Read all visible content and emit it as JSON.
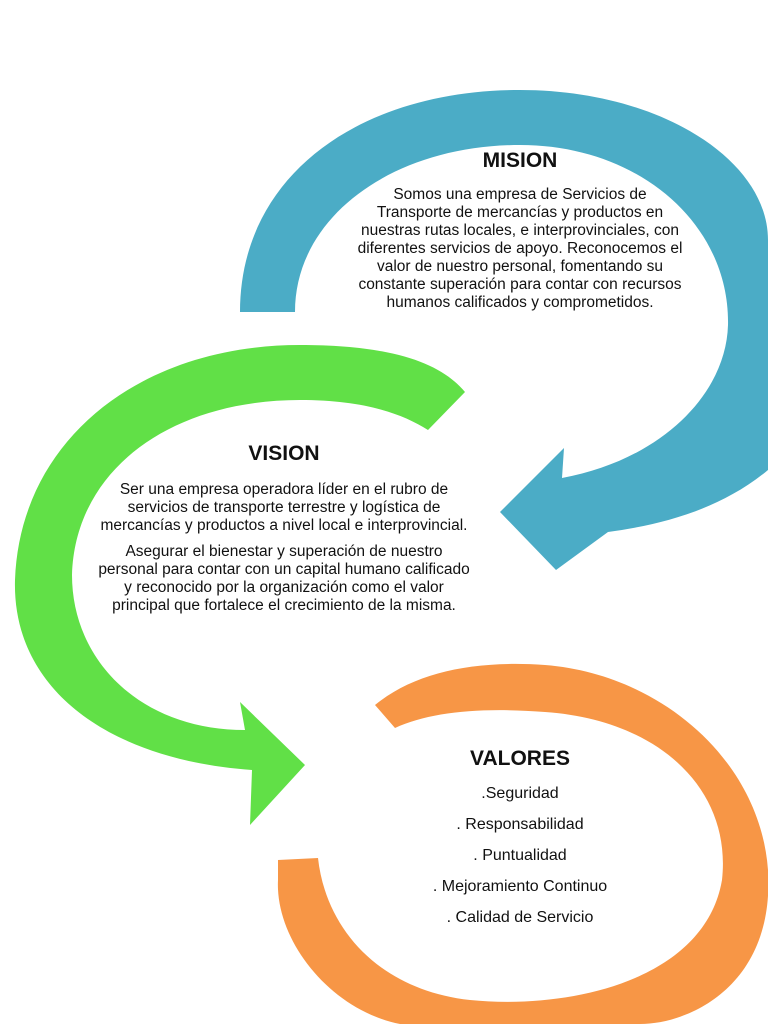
{
  "colors": {
    "mision_arrow": "#4BACC6",
    "vision_arrow": "#61E047",
    "valores_ring": "#F79646",
    "text": "#111111",
    "background": "#FFFFFF"
  },
  "mision": {
    "title": "MISION",
    "text": "Somos una empresa de Servicios de Transporte de mercancías y productos en nuestras rutas locales, e interprovinciales, con diferentes servicios de apoyo. Reconocemos el valor de nuestro personal, fomentando su constante superación para contar con recursos humanos calificados y comprometidos."
  },
  "vision": {
    "title": "VISION",
    "paragraphs": [
      "Ser una empresa operadora líder en el rubro de servicios de transporte terrestre y logística de mercancías y productos a nivel local e interprovincial.",
      "Asegurar el bienestar y superación de nuestro personal para contar con un capital humano calificado y reconocido por la organización como el valor principal que fortalece el crecimiento de la misma."
    ]
  },
  "valores": {
    "title": "VALORES",
    "items": [
      ".Seguridad",
      ". Responsabilidad",
      ". Puntualidad",
      ". Mejoramiento Continuo",
      ". Calidad de Servicio"
    ]
  }
}
